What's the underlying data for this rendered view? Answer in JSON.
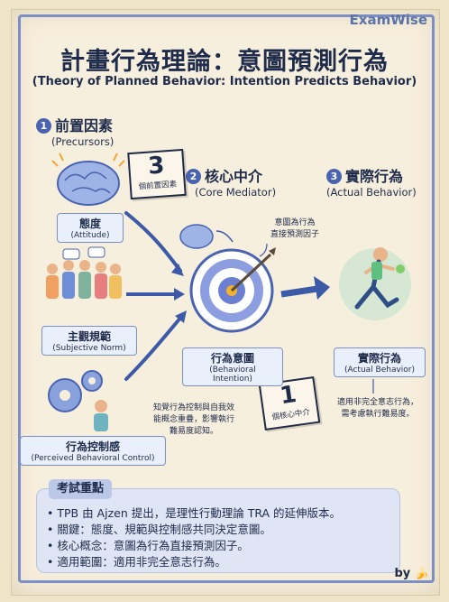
{
  "brand": "ExamWise",
  "title": "計畫行為理論：意圖預測行為",
  "subtitle": "(Theory of Planned Behavior: Intention Predicts Behavior)",
  "sections": [
    {
      "num": "1",
      "title": "前置因素",
      "subtitle": "(Precursors)"
    },
    {
      "num": "2",
      "title": "核心中介",
      "subtitle": "(Core Mediator)"
    },
    {
      "num": "3",
      "title": "實際行為",
      "subtitle": "(Actual Behavior)"
    }
  ],
  "precursors": [
    {
      "zh": "態度",
      "en": "(Attitude)"
    },
    {
      "zh": "主觀規範",
      "en": "(Subjective Norm)"
    },
    {
      "zh": "行為控制感",
      "en": "(Perceived Behavioral Control)"
    }
  ],
  "mediator": {
    "zh": "行為意圖",
    "en": "(Behavioral Intention)"
  },
  "behavior": {
    "zh": "實際行為",
    "en": "(Actual Behavior)"
  },
  "badges": [
    {
      "n": "3",
      "text": "個前置因素"
    },
    {
      "n": "1",
      "text": "個核心中介"
    }
  ],
  "notes": {
    "predictor": [
      "意圖為行為",
      "直接預測因子"
    ],
    "control": [
      "知覺行為控制與自我效",
      "能概念重疊，影響執行",
      "難易度認知。"
    ],
    "volitional": [
      "適用非完全意志行為，",
      "需考慮執行難易度。"
    ]
  },
  "key_points": {
    "title": "考試重點",
    "items": [
      "TPB 由 Ajzen 提出，是理性行動理論 TRA 的延伸版本。",
      "關鍵：態度、規範與控制感共同決定意圖。",
      "核心概念：意圖為行為直接預測因子。",
      "適用範圍：適用非完全意志行為。"
    ]
  },
  "byline": "by",
  "colors": {
    "accent": "#4a63b0",
    "frame": "#7c8fc4",
    "ink": "#1e2b4a",
    "box": "#eaf0fb"
  }
}
